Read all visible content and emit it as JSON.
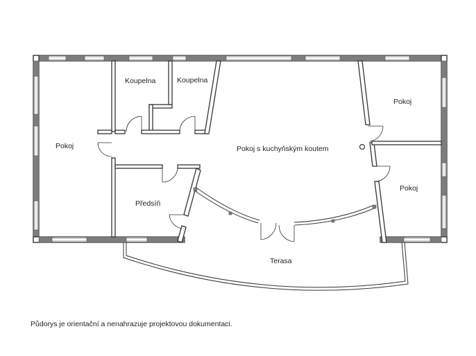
{
  "rooms": {
    "pokoj_left": "Pokoj",
    "koupelna_1": "Koupelna",
    "koupelna_2": "Koupelna",
    "living_kitchen": "Pokoj s kuchyňským koutem",
    "pokoj_top_right": "Pokoj",
    "pokoj_bottom_right": "Pokoj",
    "predsin": "Předsíň",
    "terasa": "Terasa"
  },
  "footer_note": "Půdorys je orientační a nenahrazuje projektovou dokumentaci."
}
